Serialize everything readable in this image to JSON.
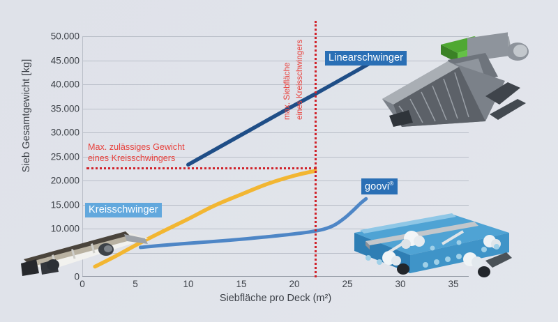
{
  "chart_data": {
    "type": "line",
    "title": "",
    "xlabel": "Siebfläche pro Deck (m²)",
    "ylabel": "Sieb Gesamtgewicht [kg]",
    "xlim": [
      0,
      36.5
    ],
    "ylim": [
      0,
      50000
    ],
    "xticks": [
      "0",
      "5",
      "10",
      "15",
      "20",
      "25",
      "30",
      "35"
    ],
    "xtick_values": [
      0,
      5,
      10,
      15,
      20,
      25,
      30,
      35
    ],
    "yticks": [
      "0",
      "5.000",
      "10.000",
      "15.000",
      "20.000",
      "25.000",
      "30.000",
      "35.000",
      "40.000",
      "45.000",
      "50.000"
    ],
    "ytick_values": [
      0,
      5000,
      10000,
      15000,
      20000,
      25000,
      30000,
      35000,
      40000,
      45000,
      50000
    ],
    "grid": true,
    "legend_position": "inline-labels",
    "series": [
      {
        "name": "Linearschwinger",
        "color": "#1f4e87",
        "points": [
          [
            10.0,
            23300
          ],
          [
            13.0,
            27000
          ],
          [
            16.0,
            30700
          ],
          [
            19.0,
            34400
          ],
          [
            22.0,
            38000
          ],
          [
            25.0,
            41700
          ],
          [
            27.5,
            44800
          ],
          [
            28.5,
            46000
          ]
        ]
      },
      {
        "name": "Kreisschwinger",
        "color": "#f2b632",
        "points": [
          [
            1.2,
            2100
          ],
          [
            3.0,
            4100
          ],
          [
            5.0,
            6500
          ],
          [
            7.5,
            9300
          ],
          [
            10.0,
            12000
          ],
          [
            12.5,
            14800
          ],
          [
            15.0,
            17100
          ],
          [
            17.5,
            19300
          ],
          [
            20.0,
            21000
          ],
          [
            22.0,
            22000
          ]
        ]
      },
      {
        "name": "goovi",
        "color": "#4e86c6",
        "points": [
          [
            5.5,
            6100
          ],
          [
            8.0,
            6600
          ],
          [
            11.0,
            7100
          ],
          [
            14.0,
            7600
          ],
          [
            17.0,
            8200
          ],
          [
            20.0,
            8900
          ],
          [
            22.0,
            9500
          ],
          [
            23.5,
            10400
          ],
          [
            24.6,
            11900
          ],
          [
            25.5,
            13600
          ],
          [
            26.3,
            15300
          ],
          [
            26.8,
            16200
          ]
        ]
      }
    ],
    "annotations": [
      {
        "id": "max-weight",
        "text_line1": "Max. zulässiges Gewicht",
        "text_line2": "eines Kreisschwingers",
        "color": "#e8413c",
        "type": "horizontal-dotted-line",
        "value": 22000
      },
      {
        "id": "max-area",
        "text_line1": "max. Siebfläche",
        "text_line2": "eines Kreisschwingers",
        "color": "#e8413c",
        "type": "vertical-dotted-line",
        "value": 22
      }
    ],
    "data_labels": [
      {
        "id": "linearschwinger",
        "text": "Linearschwinger",
        "bg": "#2a6fb5",
        "fg": "#ffffff"
      },
      {
        "id": "kreisschwinger",
        "text": "Kreisschwinger",
        "bg": "#62a8dd",
        "fg": "#ffffff"
      },
      {
        "id": "goovi",
        "text": "goovi",
        "suffix": "®",
        "bg": "#2a6fb5",
        "fg": "#ffffff"
      }
    ],
    "images": [
      {
        "id": "linearschwinger-photo",
        "alt": "Linearschwinger screening machine photo"
      },
      {
        "id": "kreisschwinger-photo",
        "alt": "Kreisschwinger screening machine photo"
      },
      {
        "id": "goovi-photo",
        "alt": "goovi screening machine photo"
      }
    ],
    "background_color": "#dfe3ea"
  }
}
